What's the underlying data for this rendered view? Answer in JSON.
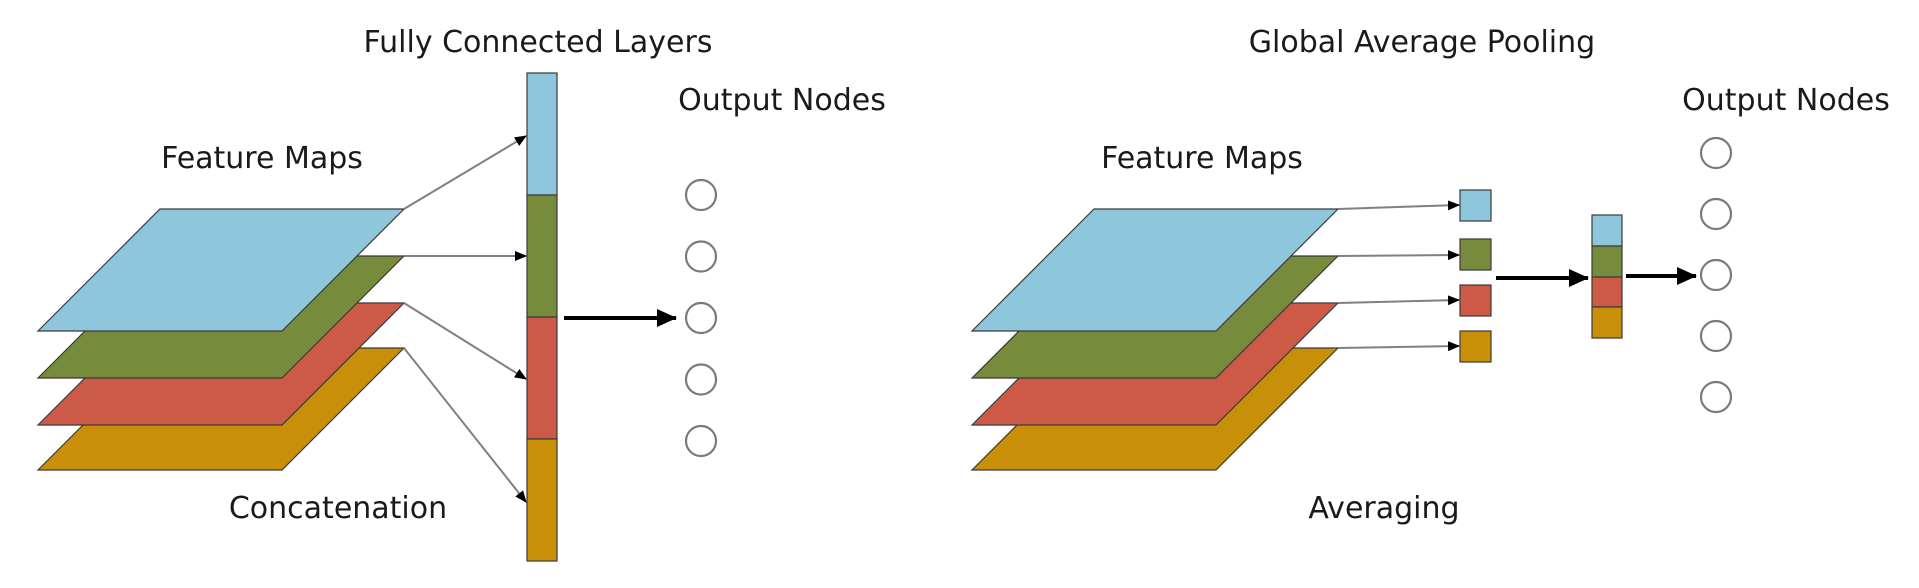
{
  "left_panel": {
    "title": "Fully Connected Layers",
    "feature_maps_label": "Feature Maps",
    "operation_label": "Concatenation",
    "output_label": "Output Nodes",
    "output_node_count": 5
  },
  "right_panel": {
    "title": "Global Average Pooling",
    "feature_maps_label": "Feature Maps",
    "operation_label": "Averaging",
    "output_label": "Output Nodes",
    "output_node_count": 5
  },
  "colors": {
    "blue": "#8ec7dc",
    "green": "#778b3d",
    "red": "#cd5a47",
    "orange": "#c98f08",
    "stroke": "#3a3a3a",
    "thin_arrow": "#808080",
    "thick_arrow": "#000000",
    "node_stroke": "#7a7a7a"
  }
}
